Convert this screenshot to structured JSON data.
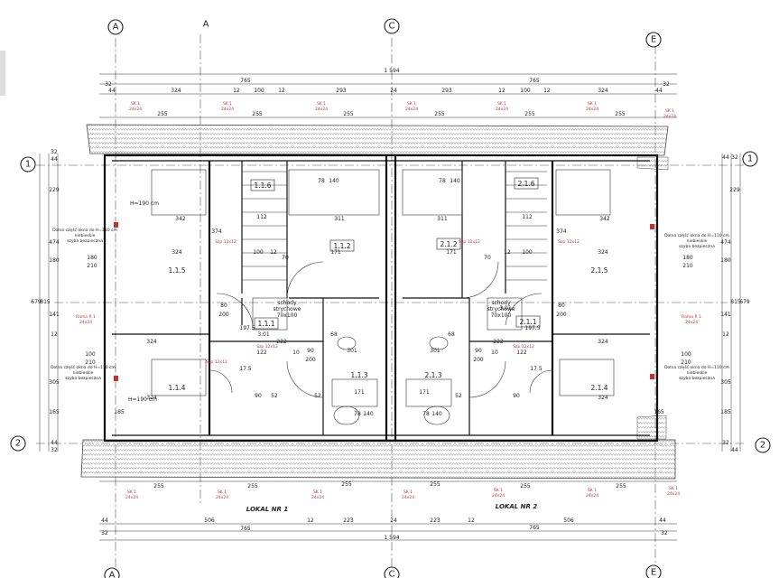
{
  "axes": {
    "top": [
      "A",
      "A",
      "C",
      "E"
    ],
    "bottom": [
      "A",
      "C",
      "E"
    ],
    "left": [
      "1",
      "2"
    ],
    "right": [
      "1",
      "2"
    ]
  },
  "dims": {
    "total": "1 594",
    "top_765": [
      "765",
      "765"
    ],
    "top_row": [
      "32",
      "44",
      "324",
      "12",
      "100",
      "12",
      "293",
      "24",
      "293",
      "12",
      "100",
      "12",
      "324",
      "44",
      "32"
    ],
    "top_255": [
      "255",
      "255",
      "255",
      "255",
      "255",
      "255"
    ],
    "bottom_255": [
      "255",
      "255",
      "255",
      "255",
      "255",
      "255"
    ],
    "bottom_row": [
      "44",
      "32",
      "506",
      "12",
      "223",
      "24",
      "223",
      "12",
      "506",
      "44",
      "32"
    ],
    "bottom_765": [
      "765",
      "765"
    ],
    "left_side": [
      "32",
      "44",
      "229",
      "474",
      "180",
      "679",
      "815",
      "141",
      "12",
      "305",
      "165",
      "44",
      "32"
    ],
    "right_side": [
      "44",
      "32",
      "474",
      "229",
      "815",
      "679",
      "180",
      "141",
      "12",
      "305",
      "185",
      "32",
      "44"
    ],
    "interior": [
      "342",
      "374",
      "112",
      "311",
      "311",
      "112",
      "374",
      "342",
      "324",
      "324",
      "171",
      "171",
      "100",
      "12",
      "12",
      "100",
      "180",
      "210",
      "180",
      "210",
      "80",
      "200",
      "80",
      "200",
      "3.01",
      "3.01",
      "90",
      "200",
      "90",
      "200",
      "222",
      "222",
      "122",
      "122",
      "301",
      "301",
      "68",
      "68",
      "100",
      "210",
      "100",
      "210",
      "324",
      "324",
      "324",
      "324",
      "52",
      "52",
      "171",
      "171",
      "52",
      "90",
      "90",
      "70",
      "70",
      "10",
      "10",
      "185",
      "165",
      "197.5",
      "197.5",
      "17.5",
      "17.5",
      "78",
      "140",
      "78",
      "140",
      "78",
      "140",
      "78",
      "140"
    ]
  },
  "rooms": {
    "1.1.6": "1.1.6",
    "1.1.5": "1.1.5",
    "1.1.2": "1.1.2",
    "1.1.1": "1.1.1",
    "1.1.4": "1.1.4",
    "1.1.3": "1.1.3",
    "2.1.6": "2.1.6",
    "2.1.5": "2.1.5",
    "2.1.2": "2.1.2",
    "2.1.1": "2.1.1",
    "2.1.4": "2.1.4",
    "2.1.3": "2.1.3",
    "schody_l": [
      "schody",
      "strychowe",
      "70x100"
    ],
    "schody_r": [
      "schody",
      "strychowe",
      "70x100"
    ],
    "hb": [
      "H=190 cm",
      "H=190 cm"
    ],
    "szp": [
      "Szp 12x12",
      "Szp 12x12",
      "Szp 12x12",
      "Szp 12x12",
      "Szp 12x12",
      "Szp 12x12"
    ]
  },
  "notes": {
    "dolna_l_top": [
      "Dolna część okna do H=110 cm",
      "niebieskie",
      "szyba bezpieczna"
    ],
    "dolna_l_bot": [
      "Dolna część okna do H=110 cm",
      "niebieskie",
      "szyba bezpieczna"
    ],
    "dolna_r_top": [
      "Dolna część okna do H=110 cm",
      "niebieskie",
      "szyba bezpieczna"
    ],
    "dolna_r_bot": [
      "Dolna część okna do H=110 cm",
      "niebieskie",
      "szyba bezpieczna"
    ],
    "rama_l": [
      "Rama R 1",
      "24x24"
    ],
    "rama_r": [
      "Rama R 1",
      "24x24"
    ],
    "sk_label": "SK 1",
    "sk_size": "24x24"
  },
  "lokal": [
    "LOKAL NR 1",
    "LOKAL NR 2"
  ],
  "colors": {
    "accent_red": "#b33333",
    "ink": "#222222",
    "roof_hatch": "#888888"
  }
}
